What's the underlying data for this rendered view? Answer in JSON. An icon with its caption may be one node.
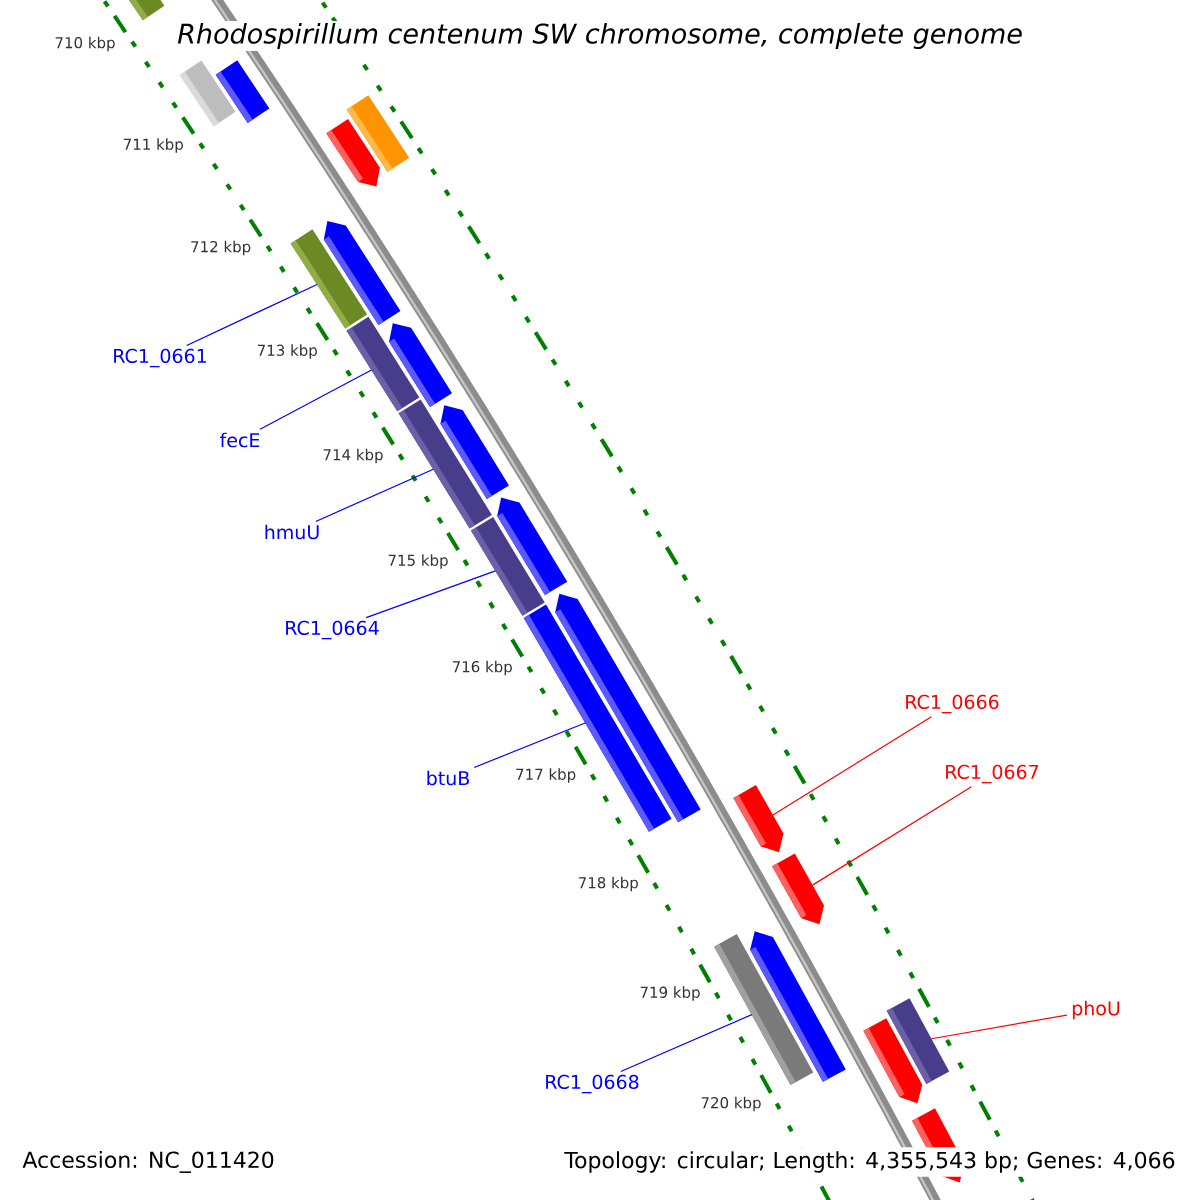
{
  "diagram": {
    "title": "Rhodospirillum centenum SW chromosome, complete genome",
    "nodes": [
      {
        "text": [
          "RC1_0661"
        ]
      },
      {
        "text": [
          "fecE"
        ]
      },
      {
        "text": [
          "hmuU"
        ]
      },
      {
        "text": [
          "RC1_0664"
        ]
      },
      {
        "text": [
          "RC1_0666"
        ]
      },
      {
        "text": [
          "RC1_0667"
        ]
      },
      {
        "text": [
          "btuB"
        ]
      },
      {
        "text": [
          "phoU"
        ]
      },
      {
        "text": [
          "RC1_0668"
        ]
      },
      {
        "text": [],
        "shape": "bar"
      },
      {
        "text": [],
        "shape": "bar"
      },
      {
        "text": [],
        "shape": "bar"
      },
      {
        "text": [],
        "shape": "bar"
      },
      {
        "text": [],
        "shape": "bar"
      },
      {
        "text": [],
        "shape": "bar"
      },
      {
        "text": [],
        "shape": "bar"
      },
      {
        "text": [],
        "shape": "bar"
      },
      {
        "text": [],
        "shape": "bar"
      },
      {
        "text": [],
        "shape": "bar"
      },
      {
        "text": [],
        "shape": "bar"
      },
      {
        "text": [],
        "shape": "bar"
      },
      {
        "text": [],
        "shape": "bar"
      },
      {
        "text": [],
        "shape": "bar"
      },
      {
        "text": [],
        "shape": "bar"
      },
      {
        "text": [],
        "shape": "bar"
      },
      {
        "text": [],
        "shape": "bar"
      },
      {
        "text": [],
        "shape": "bar"
      },
      {
        "text": [],
        "shape": "bar"
      },
      {
        "text": [],
        "shape": "bar"
      },
      {
        "text": [],
        "shape": "bar"
      },
      {
        "text": [],
        "shape": "bar"
      }
    ],
    "edges": [
      {
        "from": 0,
        "to": 15,
        "arrow": "none"
      },
      {
        "from": 1,
        "to": 17,
        "arrow": "none"
      },
      {
        "from": 2,
        "to": 19,
        "arrow": "none"
      },
      {
        "from": 3,
        "to": 21,
        "arrow": "none"
      },
      {
        "from": 4,
        "to": 24,
        "arrow": "none",
        "color": "#ff0000"
      },
      {
        "from": 5,
        "to": 25,
        "arrow": "none",
        "color": "#ff0000"
      },
      {
        "from": 6,
        "to": 23,
        "arrow": "none"
      },
      {
        "from": 7,
        "to": 28,
        "arrow": "none",
        "color": "#ff0000"
      },
      {
        "from": 8,
        "to": 27,
        "arrow": "none"
      }
    ],
    "labels": [
      "710 kbp",
      "711 kbp",
      "712 kbp",
      "713 kbp",
      "714 kbp",
      "715 kbp",
      "716 kbp",
      "717 kbp",
      "718 kbp",
      "719 kbp",
      "720 kbp",
      "Accession: NC_011420",
      "Topology: circular; Length: 4,355,543 bp; Genes: 4,066"
    ]
  }
}
